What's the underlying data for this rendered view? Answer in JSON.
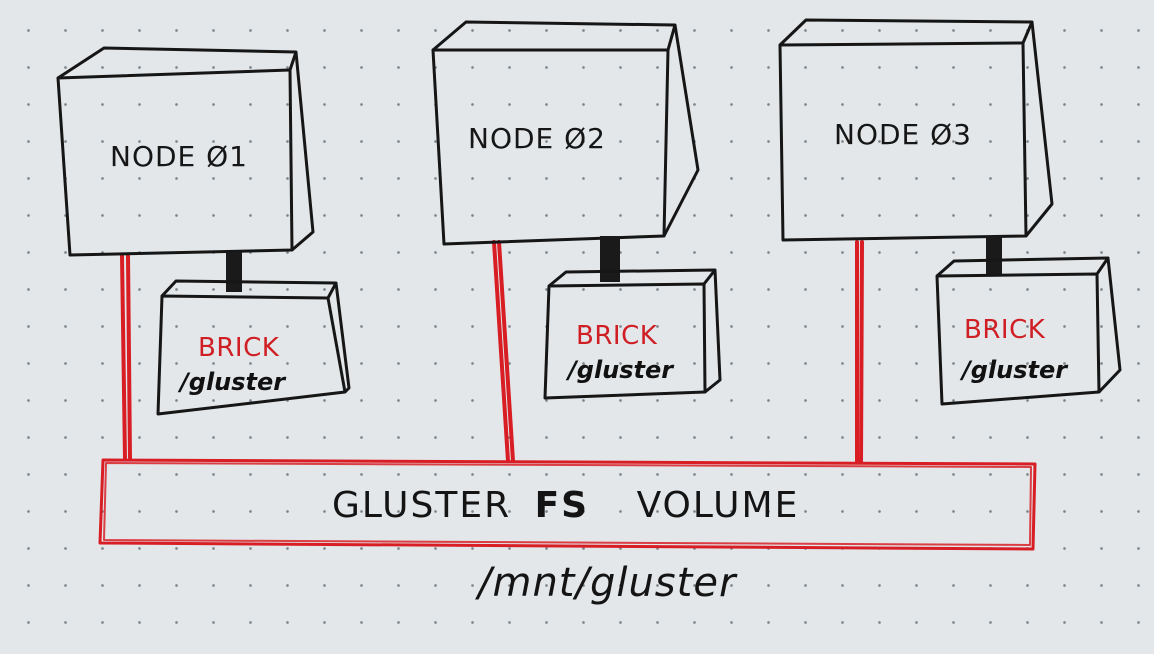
{
  "colors": {
    "ink": "#161616",
    "link": "#d81e24",
    "brick_text": "#cf1f24",
    "paper": "#e3e7ea"
  },
  "nodes": [
    {
      "label": "NODE Ø1",
      "brick_label": "BRICK",
      "brick_path": "/gluster"
    },
    {
      "label": "NODE Ø2",
      "brick_label": "BRICK",
      "brick_path": "/gluster"
    },
    {
      "label": "NODE Ø3",
      "brick_label": "BRICK",
      "brick_path": "/gluster"
    }
  ],
  "volume": {
    "label_prefix": "GLUSTER",
    "label_bold": "FS",
    "label_suffix": "VOLUME",
    "mount_path": "/mnt/gluster"
  }
}
